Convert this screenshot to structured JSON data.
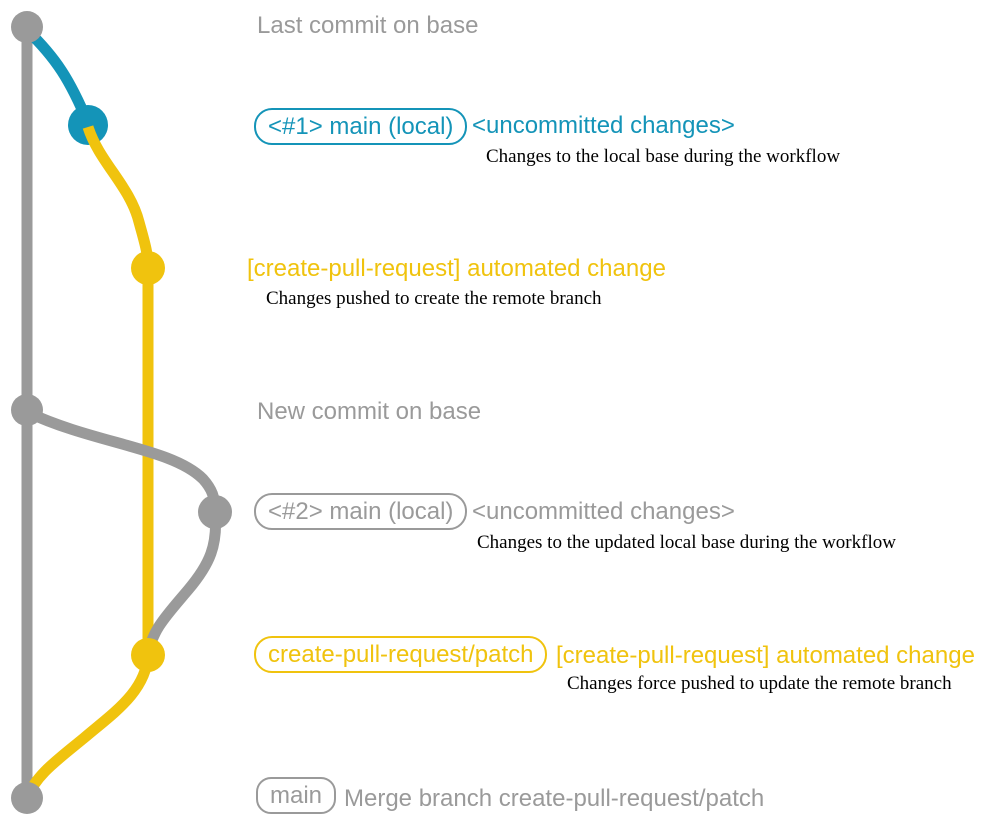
{
  "colors": {
    "gray": "#9a9a9a",
    "teal": "#1494b8",
    "yellow": "#f0c30e",
    "black": "#000000"
  },
  "graph": {
    "branches": [
      {
        "id": "base",
        "color": "#9a9a9a"
      },
      {
        "id": "main-local-1",
        "color": "#1494b8"
      },
      {
        "id": "create-pull-request-patch",
        "color": "#f0c30e"
      }
    ],
    "nodes": [
      {
        "id": "last-commit-on-base",
        "color": "#9a9a9a"
      },
      {
        "id": "main-local-1-uncommitted",
        "color": "#1494b8"
      },
      {
        "id": "automated-change-1",
        "color": "#f0c30e"
      },
      {
        "id": "new-commit-on-base",
        "color": "#9a9a9a"
      },
      {
        "id": "main-local-2-uncommitted",
        "color": "#9a9a9a"
      },
      {
        "id": "automated-change-2",
        "color": "#f0c30e"
      },
      {
        "id": "merge-commit",
        "color": "#9a9a9a"
      }
    ]
  },
  "rows": {
    "row1": {
      "text": "Last commit on base"
    },
    "row2": {
      "badge": "<#1> main (local)",
      "title": "<uncommitted changes>",
      "desc": "Changes to the local base during the workflow"
    },
    "row3": {
      "title": "[create-pull-request] automated change",
      "desc": "Changes pushed to create the remote branch"
    },
    "row4": {
      "text": "New commit on base"
    },
    "row5": {
      "badge": "<#2> main (local)",
      "title": "<uncommitted changes>",
      "desc": "Changes to the updated local base during the workflow"
    },
    "row6": {
      "badge": "create-pull-request/patch",
      "title": "[create-pull-request] automated change",
      "desc": "Changes force pushed to update the remote branch"
    },
    "row7": {
      "badge": "main",
      "text": "Merge branch create-pull-request/patch"
    }
  }
}
